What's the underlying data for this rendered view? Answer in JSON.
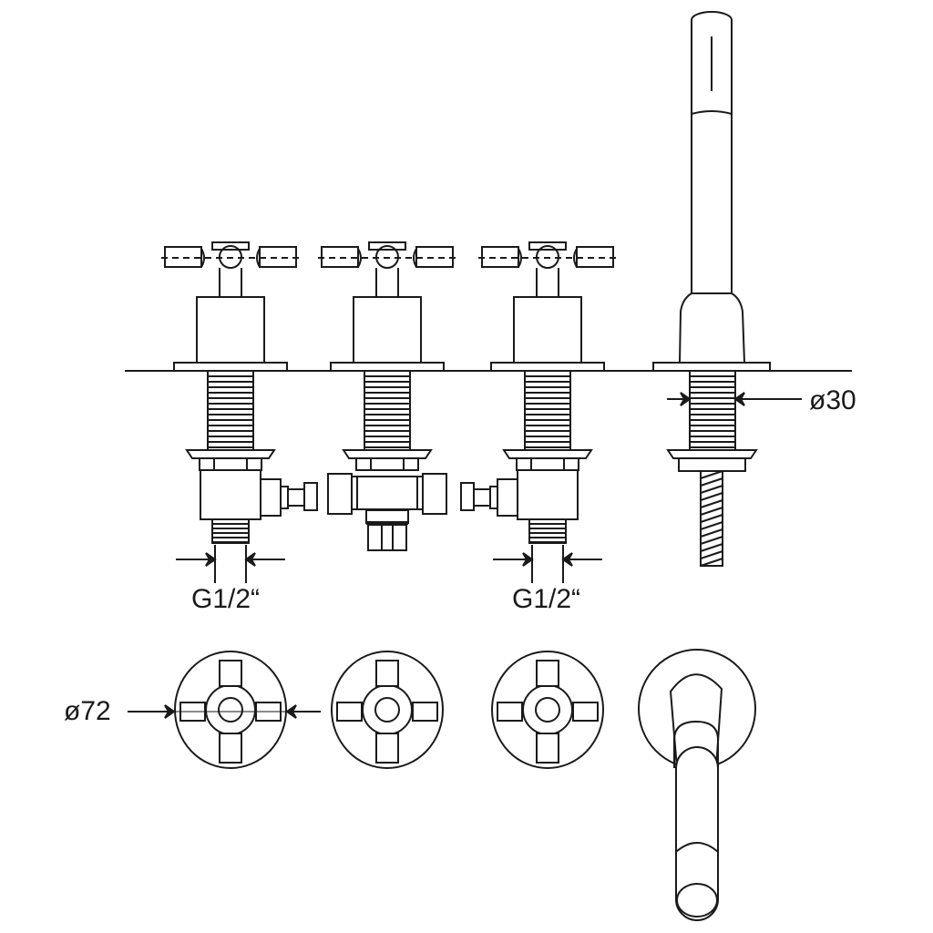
{
  "labels": {
    "shower_diameter": "ø30",
    "left_connection": "G1/2“",
    "right_connection": "G1/2“",
    "handle_diameter": "ø72"
  },
  "colors": {
    "line": "#1a1a1a",
    "background": "#ffffff"
  }
}
